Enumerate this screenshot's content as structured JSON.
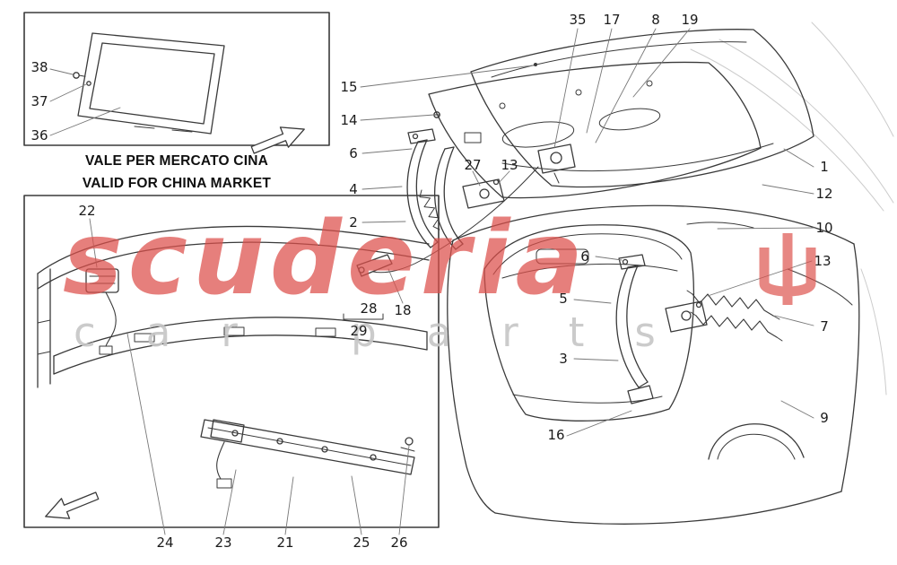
{
  "notice": {
    "line1": "VALE PER MERCATO CINA",
    "line2": "VALID FOR CHINA MARKET"
  },
  "watermark": {
    "brand": "scuderia",
    "sub": "car parts",
    "brand_color": "#dd4f4a",
    "sub_color": "#c6c6c6"
  },
  "diagram": {
    "line_color": "#3a3a3a",
    "leader_color": "#787878",
    "subject": "rear trunk lid exploded parts diagram"
  },
  "callouts": [
    {
      "label": "35"
    },
    {
      "label": "17"
    },
    {
      "label": "8"
    },
    {
      "label": "19"
    },
    {
      "label": "15"
    },
    {
      "label": "14"
    },
    {
      "label": "6"
    },
    {
      "label": "4"
    },
    {
      "label": "2"
    },
    {
      "label": "27"
    },
    {
      "label": "13"
    },
    {
      "label": "18"
    },
    {
      "label": "28"
    },
    {
      "label": "29"
    },
    {
      "label": "1"
    },
    {
      "label": "12"
    },
    {
      "label": "10"
    },
    {
      "label": "13"
    },
    {
      "label": "7"
    },
    {
      "label": "9"
    },
    {
      "label": "6"
    },
    {
      "label": "5"
    },
    {
      "label": "3"
    },
    {
      "label": "16"
    },
    {
      "label": "38"
    },
    {
      "label": "37"
    },
    {
      "label": "36"
    },
    {
      "label": "22"
    },
    {
      "label": "24"
    },
    {
      "label": "23"
    },
    {
      "label": "21"
    },
    {
      "label": "25"
    },
    {
      "label": "26"
    }
  ]
}
